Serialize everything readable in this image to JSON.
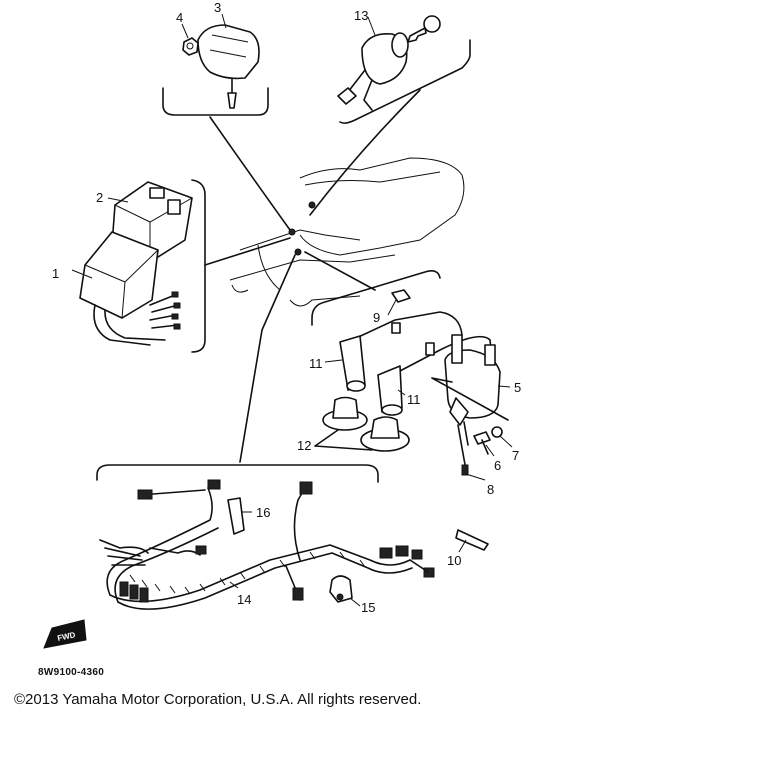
{
  "diagram": {
    "callouts": {
      "c1": "1",
      "c2": "2",
      "c3": "3",
      "c4": "4",
      "c5": "5",
      "c6": "6",
      "c7": "7",
      "c8": "8",
      "c9": "9",
      "c10": "10",
      "c11a": "11",
      "c11b": "11",
      "c12": "12",
      "c13": "13",
      "c14": "14",
      "c15": "15",
      "c16": "16"
    },
    "fwd_label": "FWD",
    "drawing_code": "8W9100-4360"
  },
  "footer": {
    "copyright": "©2013 Yamaha Motor Corporation, U.S.A. All rights reserved."
  }
}
